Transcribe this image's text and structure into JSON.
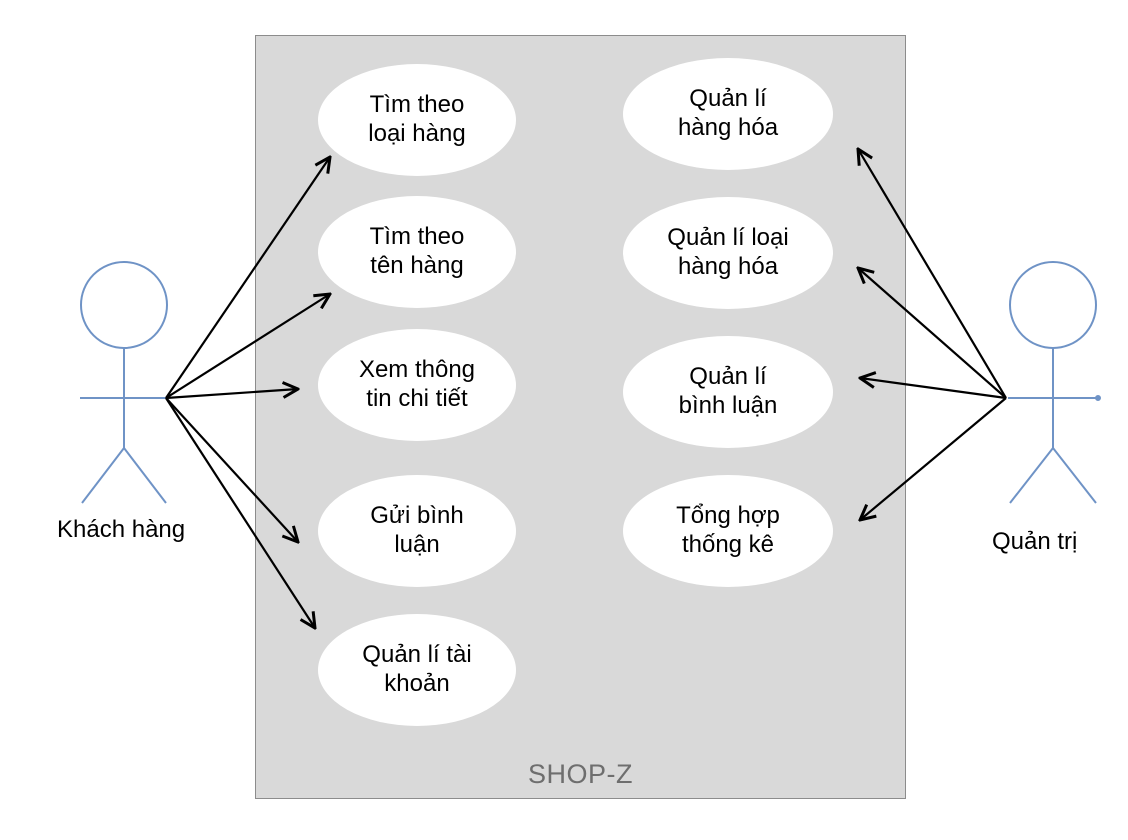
{
  "system": {
    "name": "SHOP-Z"
  },
  "actors": {
    "customer": {
      "label": "Khách hàng"
    },
    "admin": {
      "label": "Quản trị"
    }
  },
  "use_cases": {
    "customer": [
      {
        "label": "Tìm theo\nloại hàng"
      },
      {
        "label": "Tìm theo\ntên hàng"
      },
      {
        "label": "Xem thông\ntin chi tiết"
      },
      {
        "label": "Gửi bình luận"
      },
      {
        "label": "Quản lí tài\nkhoản"
      }
    ],
    "admin": [
      {
        "label": "Quản lí\nhàng hóa"
      },
      {
        "label": "Quản lí loại\nhàng hóa"
      },
      {
        "label": "Quản lí\nbình luận"
      },
      {
        "label": "Tổng hợp\nthống kê"
      }
    ]
  },
  "colors": {
    "system_fill": "#d9d9d9",
    "actor_stroke": "#6f93c6",
    "arrow": "#000000"
  }
}
